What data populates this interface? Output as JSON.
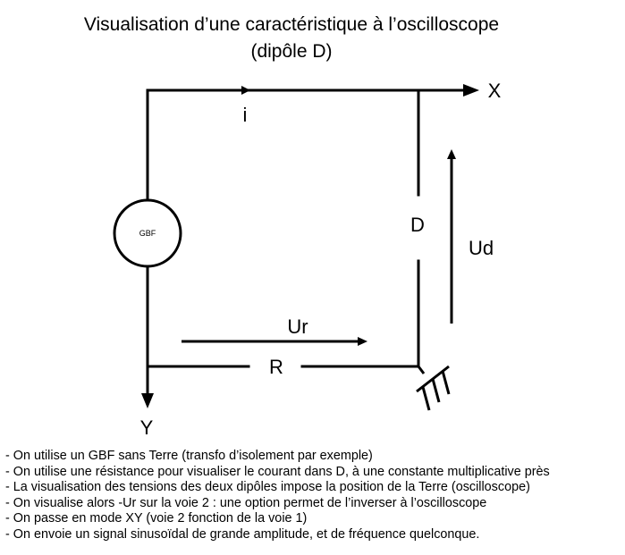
{
  "title": {
    "line1": "Visualisation d’une caractéristique à l’oscilloscope",
    "line2": "(dipôle D)"
  },
  "circuit": {
    "generator_label": "GBF",
    "current_label": "i",
    "dipole_label": "D",
    "resistor_label": "R",
    "voltage_r_label": "Ur",
    "voltage_d_label": "Ud",
    "channel_x_label": "X",
    "channel_y_label": "Y",
    "ground_icon": "ground-icon"
  },
  "notes": [
    "- On utilise un GBF sans Terre (transfo d’isolement par exemple)",
    "- On utilise une résistance pour visualiser le courant dans D, à une constante multiplicative près",
    "- La visualisation des tensions des deux dipôles impose la position de la Terre (oscilloscope)",
    "- On visualise alors -Ur sur la voie 2 : une option permet de l’inverser à l’oscilloscope",
    "- On passe en mode XY (voie 2 fonction de la voie 1)",
    "- On envoie un signal sinusoïdal de grande amplitude, et de fréquence quelconque."
  ]
}
